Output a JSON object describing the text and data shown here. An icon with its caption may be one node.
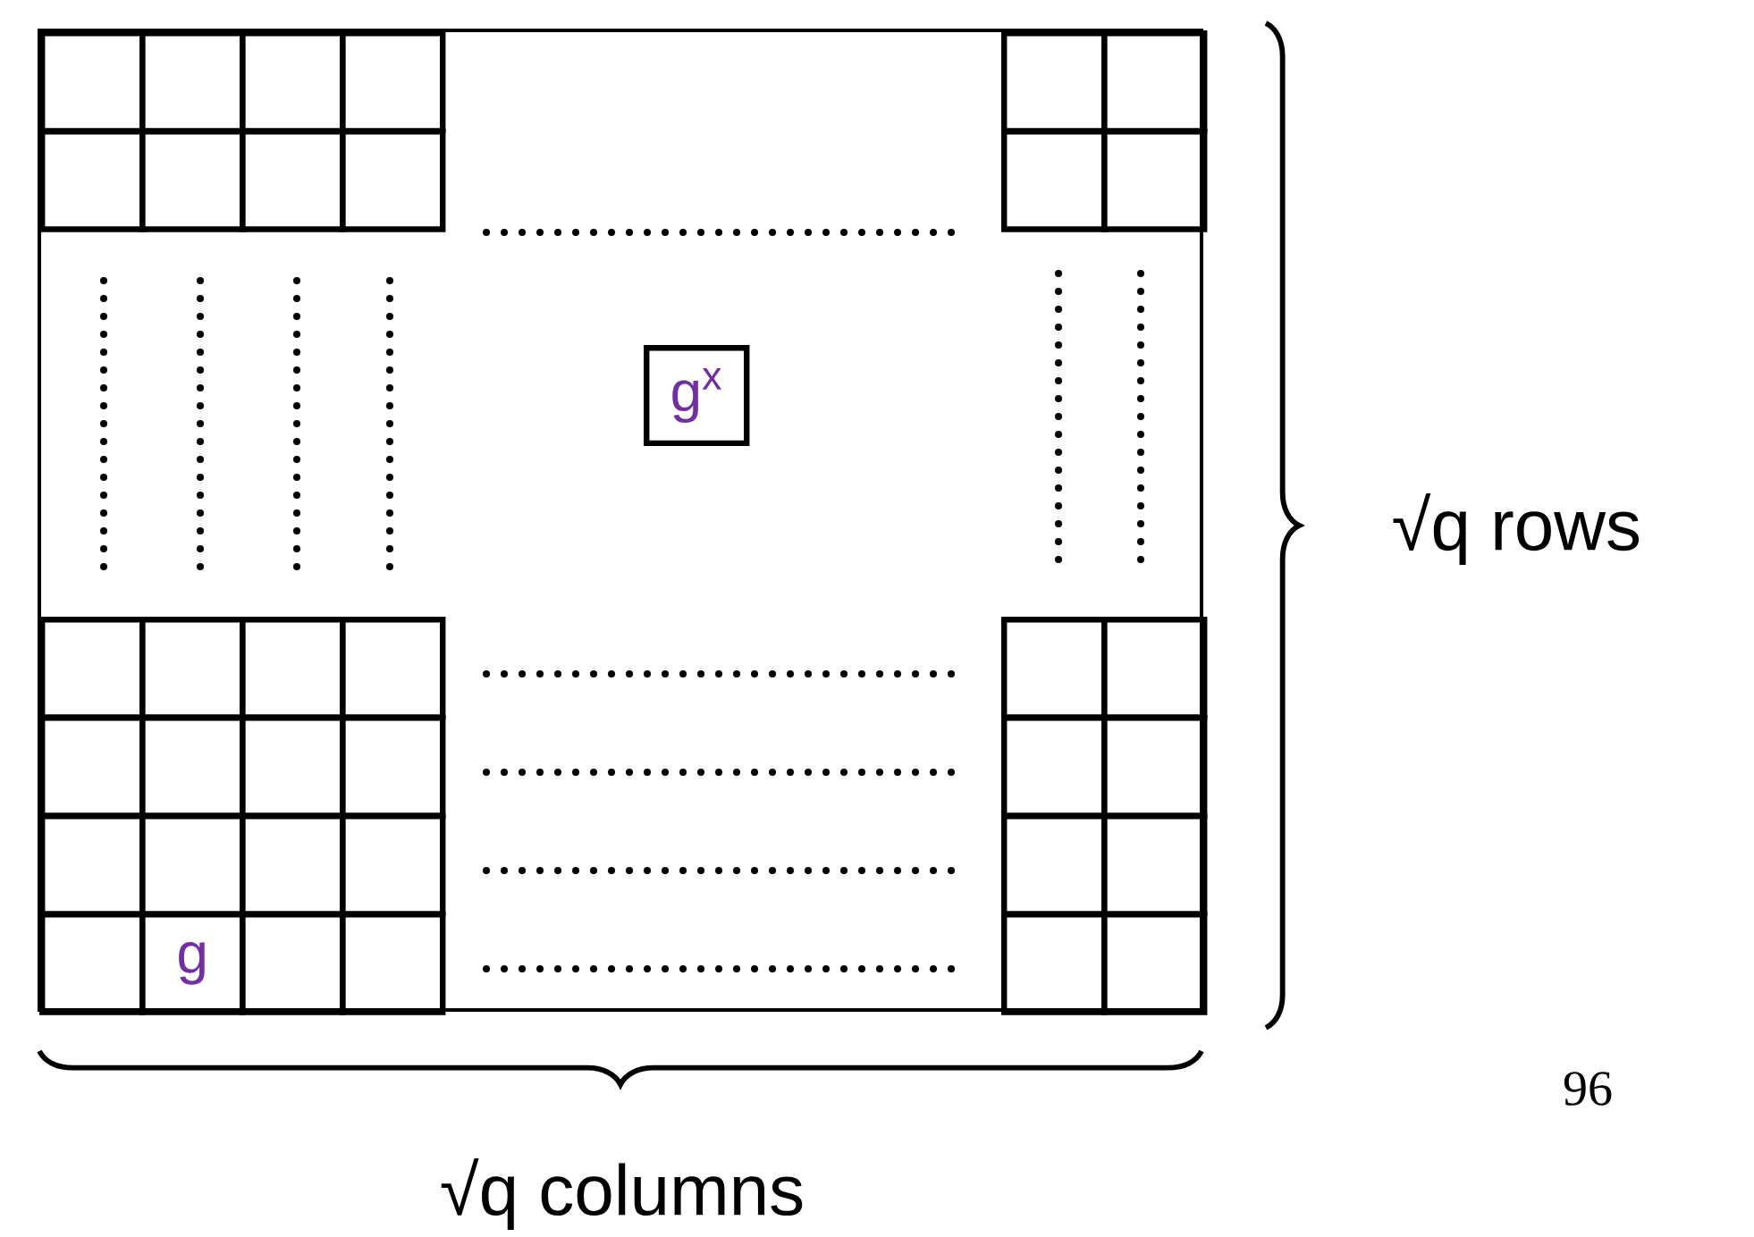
{
  "diagram": {
    "nodes": [
      {
        "text": [],
        "shape": "box"
      },
      {
        "text": [],
        "shape": "box"
      },
      {
        "text": [],
        "shape": "box"
      },
      {
        "text": [],
        "shape": "box"
      },
      {
        "text": [],
        "shape": "box"
      },
      {
        "text": [],
        "shape": "box"
      },
      {
        "text": [],
        "shape": "box"
      },
      {
        "text": [],
        "shape": "box"
      },
      {
        "text": [],
        "shape": "box"
      },
      {
        "text": [],
        "shape": "box"
      },
      {
        "text": [],
        "shape": "box"
      },
      {
        "text": [],
        "shape": "box"
      },
      {
        "text": [
          "g$^{x}$"
        ]
      },
      {
        "text": [],
        "shape": "box"
      },
      {
        "text": [],
        "shape": "box"
      },
      {
        "text": [],
        "shape": "box"
      },
      {
        "text": [],
        "shape": "box"
      },
      {
        "text": [],
        "shape": "box"
      },
      {
        "text": [],
        "shape": "box"
      },
      {
        "text": [],
        "shape": "box"
      },
      {
        "text": [],
        "shape": "box"
      },
      {
        "text": [],
        "shape": "box"
      },
      {
        "text": [],
        "shape": "box"
      },
      {
        "text": [],
        "shape": "box"
      },
      {
        "text": [],
        "shape": "box"
      },
      {
        "text": [],
        "shape": "box"
      },
      {
        "text": [],
        "shape": "box"
      },
      {
        "text": [],
        "shape": "box"
      },
      {
        "text": [],
        "shape": "box"
      },
      {
        "text": [],
        "shape": "box"
      },
      {
        "text": [],
        "shape": "box"
      },
      {
        "text": [],
        "shape": "box"
      },
      {
        "text": [
          "g"
        ]
      },
      {
        "text": [],
        "shape": "box"
      },
      {
        "text": [],
        "shape": "box"
      },
      {
        "text": [],
        "shape": "box"
      },
      {
        "text": [],
        "shape": "box"
      }
    ],
    "labels": [
      "√q rows",
      "96",
      "√q columns"
    ]
  }
}
